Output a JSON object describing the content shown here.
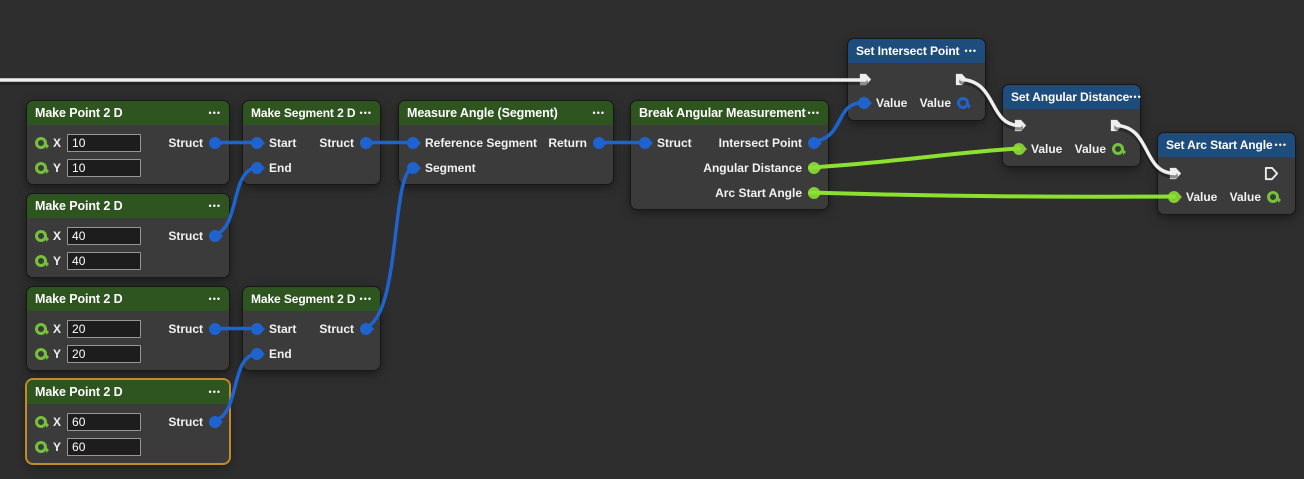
{
  "ui": {
    "menu": "•••"
  },
  "colors": {
    "background": "#2e2e2e",
    "node_body": "#3b3b3b",
    "header_green": "#2e5420",
    "header_blue": "#1d4c7d",
    "port_wire_blue": "#1f63cf",
    "port_green": "#84cc35",
    "wire_green": "#8ce02e",
    "wire_exec_white": "#f0f0f0",
    "selection_border": "#c28b28"
  },
  "nodes": {
    "mp1": {
      "title": "Make Point 2 D",
      "x_label": "X",
      "y_label": "Y",
      "x": "10",
      "y": "10",
      "out": "Struct"
    },
    "mp2": {
      "title": "Make Point 2 D",
      "x_label": "X",
      "y_label": "Y",
      "x": "40",
      "y": "40",
      "out": "Struct"
    },
    "mp3": {
      "title": "Make Point 2 D",
      "x_label": "X",
      "y_label": "Y",
      "x": "20",
      "y": "20",
      "out": "Struct"
    },
    "mp4": {
      "title": "Make Point 2 D",
      "x_label": "X",
      "y_label": "Y",
      "x": "60",
      "y": "60",
      "out": "Struct",
      "selected": true
    },
    "ms1": {
      "title": "Make Segment 2 D",
      "in1": "Start",
      "in2": "End",
      "out": "Struct"
    },
    "ms2": {
      "title": "Make Segment 2 D",
      "in1": "Start",
      "in2": "End",
      "out": "Struct"
    },
    "ma": {
      "title": "Measure Angle (Segment)",
      "in1": "Reference Segment",
      "in2": "Segment",
      "out": "Return"
    },
    "bam": {
      "title": "Break Angular Measurement",
      "in1": "Struct",
      "out1": "Intersect Point",
      "out2": "Angular Distance",
      "out3": "Arc Start Angle"
    },
    "sip": {
      "title": "Set Intersect Point",
      "value_in": "Value",
      "value_out": "Value"
    },
    "sad": {
      "title": "Set Angular Distance",
      "value_in": "Value",
      "value_out": "Value"
    },
    "sasa": {
      "title": "Set Arc Start Angle",
      "value_in": "Value",
      "value_out": "Value"
    }
  }
}
